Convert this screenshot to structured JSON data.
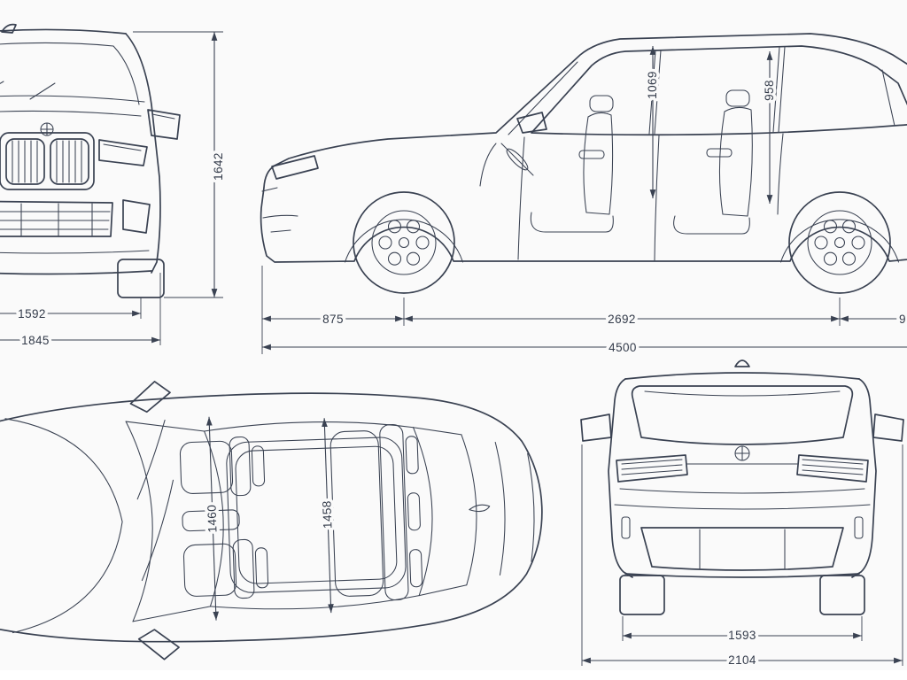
{
  "style": {
    "background": "#fafafa",
    "line_color": "#3a4252",
    "text_color": "#333b4a"
  },
  "views": {
    "front": {
      "dims": {
        "overall_height": "1642",
        "track_width": "1592",
        "body_width": "1845"
      }
    },
    "side": {
      "dims": {
        "interior_height_front": "1069",
        "interior_height_rear": "958",
        "front_overhang": "875",
        "wheelbase": "2692",
        "rear_overhang_cropped": "9",
        "overall_length": "4500"
      }
    },
    "top": {
      "dims": {
        "interior_width_front": "1460",
        "interior_width_rear": "1458"
      }
    },
    "rear": {
      "dims": {
        "track_rear": "1593",
        "overall_width_mirrors": "2104"
      }
    }
  }
}
